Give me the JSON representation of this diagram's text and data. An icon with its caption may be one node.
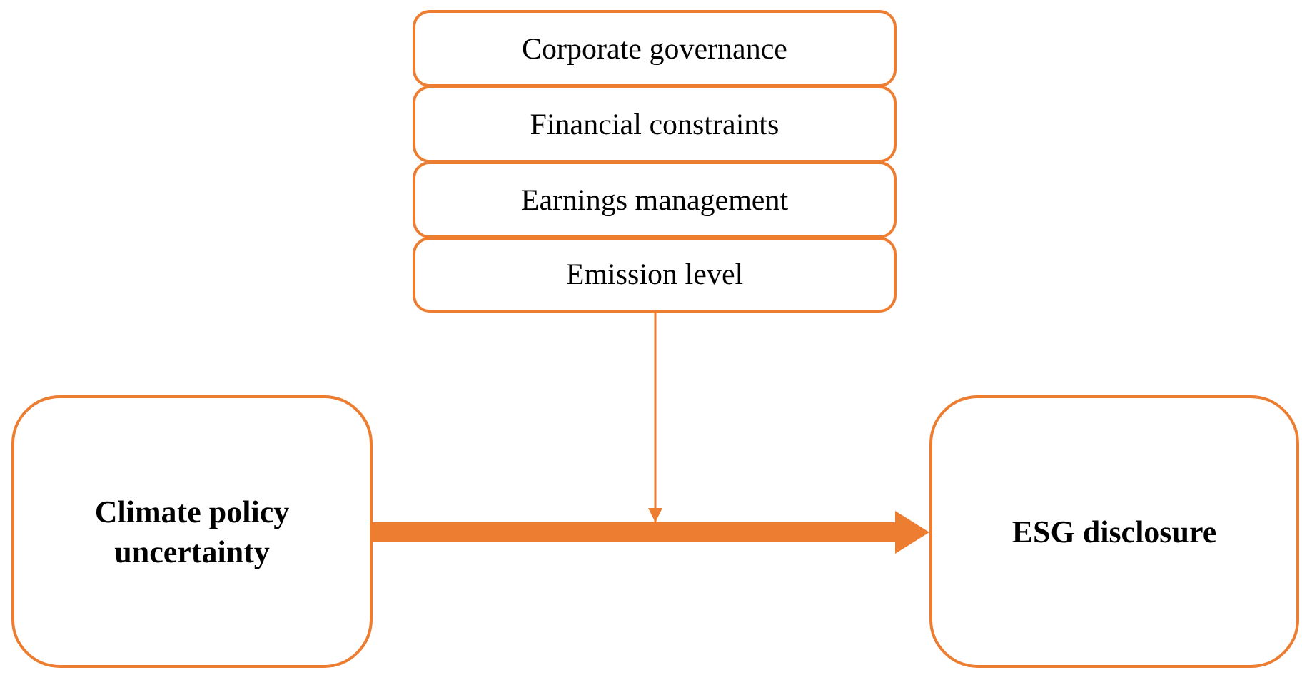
{
  "diagram": {
    "nodes": [
      {
        "text": [
          "Corporate governance"
        ]
      },
      {
        "text": [
          "Financial constraints"
        ]
      },
      {
        "text": [
          "Earnings management"
        ]
      },
      {
        "text": [
          "Emission level"
        ]
      },
      {
        "text": [
          "Climate policy uncertainty"
        ]
      },
      {
        "text": [
          "ESG disclosure"
        ]
      }
    ],
    "edges": [
      {
        "from": 4,
        "to": 5,
        "arrow": "to",
        "style": "thick",
        "color": "#ed7d31"
      },
      {
        "from": 3,
        "to": null,
        "arrow": "to",
        "color": "#ed7d31"
      }
    ]
  }
}
